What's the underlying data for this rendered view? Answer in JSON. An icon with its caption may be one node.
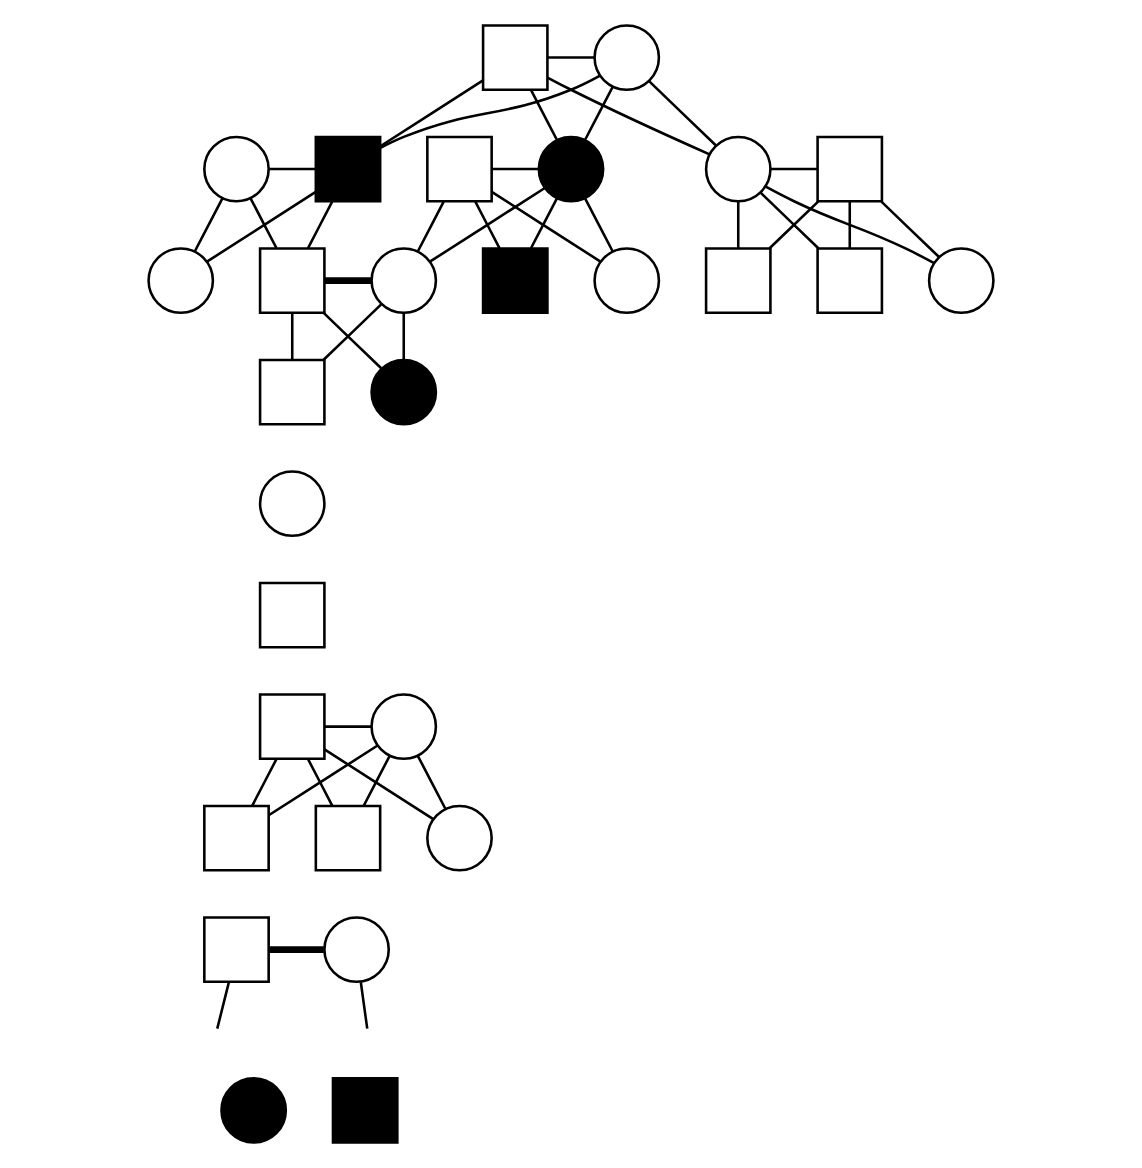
{
  "diagram": {
    "nodes": [
      {
        "text": [],
        "shape": "box"
      },
      {
        "text": [],
        "shape": "circle"
      },
      {
        "text": [],
        "shape": "circle"
      },
      {
        "text": [],
        "shape": "box"
      },
      {
        "text": [],
        "shape": "box"
      },
      {
        "text": [],
        "shape": "circle"
      },
      {
        "text": [],
        "shape": "circle"
      },
      {
        "text": [],
        "shape": "box"
      },
      {
        "text": [],
        "shape": "circle"
      },
      {
        "text": [],
        "shape": "box"
      },
      {
        "text": [],
        "shape": "circle"
      },
      {
        "text": [],
        "shape": "box"
      },
      {
        "text": [],
        "shape": "circle"
      },
      {
        "text": [],
        "shape": "box"
      },
      {
        "text": [],
        "shape": "box"
      },
      {
        "text": [],
        "shape": "circle"
      },
      {
        "text": [],
        "shape": "box"
      },
      {
        "text": [],
        "shape": "circle"
      },
      {
        "text": [],
        "shape": "circle"
      },
      {
        "text": [],
        "shape": "box"
      },
      {
        "text": [],
        "shape": "box"
      },
      {
        "text": [],
        "shape": "circle"
      },
      {
        "text": [],
        "shape": "box"
      },
      {
        "text": [],
        "shape": "box"
      },
      {
        "text": [],
        "shape": "circle"
      },
      {
        "text": [],
        "shape": "box"
      },
      {
        "text": [],
        "shape": "circle"
      },
      {
        "text": [],
        "shape": "circle"
      },
      {
        "text": [],
        "shape": "box"
      }
    ],
    "edges": [
      {
        "from": 0,
        "to": 1,
        "arrow": "none"
      },
      {
        "from": 0,
        "to": 3,
        "arrow": "none"
      },
      {
        "from": 1,
        "to": 3,
        "arrow": "none"
      },
      {
        "from": 0,
        "to": 5,
        "arrow": "none"
      },
      {
        "from": 1,
        "to": 5,
        "arrow": "none"
      },
      {
        "from": 0,
        "to": 6,
        "arrow": "none"
      },
      {
        "from": 1,
        "to": 6,
        "arrow": "none"
      },
      {
        "from": 2,
        "to": 3,
        "arrow": "none"
      },
      {
        "from": 4,
        "to": 5,
        "arrow": "none"
      },
      {
        "from": 6,
        "to": 7,
        "arrow": "none"
      },
      {
        "from": 2,
        "to": 8,
        "arrow": "none"
      },
      {
        "from": 3,
        "to": 8,
        "arrow": "none"
      },
      {
        "from": 2,
        "to": 9,
        "arrow": "none"
      },
      {
        "from": 3,
        "to": 9,
        "arrow": "none"
      },
      {
        "from": 4,
        "to": 10,
        "arrow": "none"
      },
      {
        "from": 5,
        "to": 10,
        "arrow": "none"
      },
      {
        "from": 4,
        "to": 11,
        "arrow": "none"
      },
      {
        "from": 5,
        "to": 11,
        "arrow": "none"
      },
      {
        "from": 4,
        "to": 12,
        "arrow": "none"
      },
      {
        "from": 5,
        "to": 12,
        "arrow": "none"
      },
      {
        "from": 6,
        "to": 13,
        "arrow": "none"
      },
      {
        "from": 7,
        "to": 13,
        "arrow": "none"
      },
      {
        "from": 6,
        "to": 14,
        "arrow": "none"
      },
      {
        "from": 7,
        "to": 14,
        "arrow": "none"
      },
      {
        "from": 6,
        "to": 15,
        "arrow": "none"
      },
      {
        "from": 7,
        "to": 15,
        "arrow": "none"
      },
      {
        "from": 9,
        "to": 10,
        "arrow": "none",
        "style": "thick"
      },
      {
        "from": 9,
        "to": 16,
        "arrow": "none"
      },
      {
        "from": 10,
        "to": 16,
        "arrow": "none"
      },
      {
        "from": 9,
        "to": 17,
        "arrow": "none"
      },
      {
        "from": 10,
        "to": 17,
        "arrow": "none"
      },
      {
        "from": 20,
        "to": 21,
        "arrow": "none"
      },
      {
        "from": 20,
        "to": 22,
        "arrow": "none"
      },
      {
        "from": 21,
        "to": 22,
        "arrow": "none"
      },
      {
        "from": 20,
        "to": 23,
        "arrow": "none"
      },
      {
        "from": 21,
        "to": 23,
        "arrow": "none"
      },
      {
        "from": 20,
        "to": 24,
        "arrow": "none"
      },
      {
        "from": 21,
        "to": 24,
        "arrow": "none"
      },
      {
        "from": 25,
        "to": 26,
        "arrow": "none",
        "style": "thick"
      },
      {
        "from": 25,
        "to": null,
        "arrow": "none"
      },
      {
        "from": 26,
        "to": null,
        "arrow": "none"
      }
    ]
  }
}
